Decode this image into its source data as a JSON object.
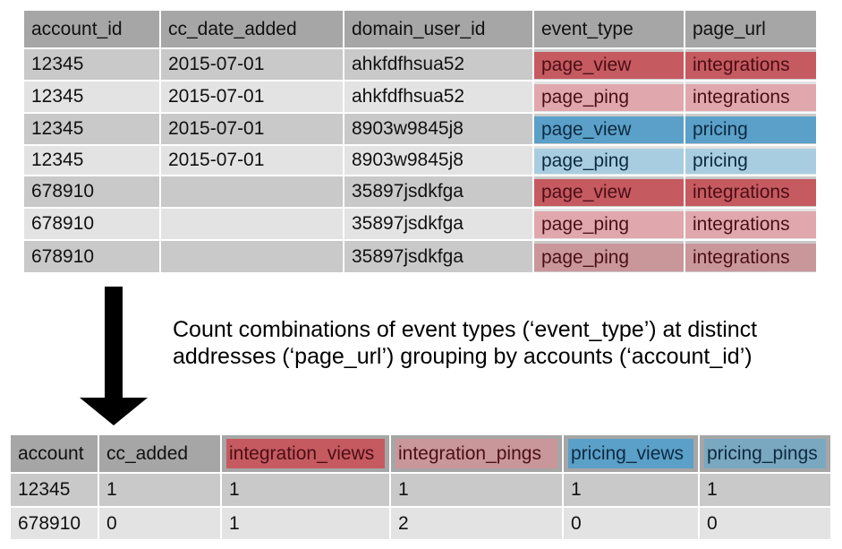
{
  "top_table": {
    "columns": [
      "account_id",
      "cc_date_added",
      "domain_user_id",
      "event_type",
      "page_url"
    ],
    "rows": [
      [
        "12345",
        "2015-07-01",
        "ahkfdfhsua52",
        "page_view",
        "integrations"
      ],
      [
        "12345",
        "2015-07-01",
        "ahkfdfhsua52",
        "page_ping",
        "integrations"
      ],
      [
        "12345",
        "2015-07-01",
        "8903w9845j8",
        "page_view",
        "pricing"
      ],
      [
        "12345",
        "2015-07-01",
        "8903w9845j8",
        "page_ping",
        "pricing"
      ],
      [
        "678910",
        "",
        "35897jsdkfga",
        "page_view",
        "integrations"
      ],
      [
        "678910",
        "",
        "35897jsdkfga",
        "page_ping",
        "integrations"
      ],
      [
        "678910",
        "",
        "35897jsdkfga",
        "page_ping",
        "integrations"
      ]
    ]
  },
  "caption": {
    "line1": "Count combinations of event types (‘event_type’) at distinct",
    "line2": "addresses (‘page_url’) grouping by accounts (‘account_id’)"
  },
  "bottom_table": {
    "columns": [
      "account",
      "cc_added",
      "integration_views",
      "integration_pings",
      "pricing_views",
      "pricing_pings"
    ],
    "rows": [
      [
        "12345",
        "1",
        "1",
        "1",
        "1",
        "1"
      ],
      [
        "678910",
        "0",
        "1",
        "2",
        "0",
        "0"
      ]
    ]
  },
  "colors": {
    "header_bg": "#a6a6a6",
    "row_dark": "#c9c9c9",
    "row_light": "#e3e3e3",
    "integration_view": "#c55a60",
    "integration_ping": "#e0a8ad",
    "integration_ping_dim": "#c9969a",
    "pricing_view": "#5ba0c8",
    "pricing_ping": "#a9cde0",
    "pricing_ping_header": "#7aa8c0",
    "arrow": "#000000"
  }
}
